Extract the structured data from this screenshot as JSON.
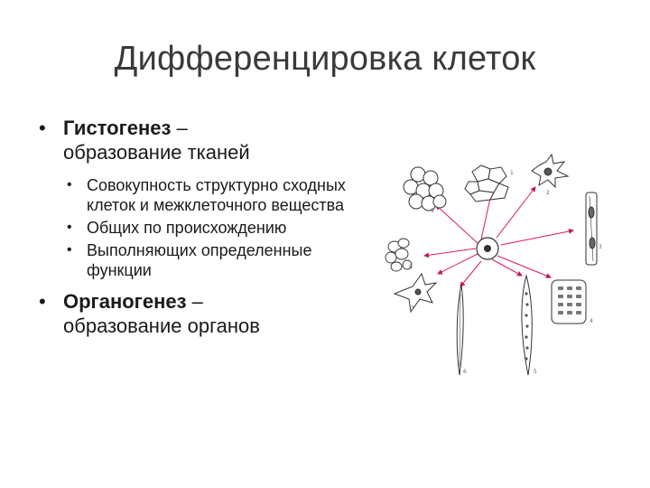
{
  "title": "Дифференцировка клеток",
  "bullets": [
    {
      "term": "Гистогенез",
      "dash": " –",
      "desc": "образование тканей",
      "sub": [
        "Совокупность структурно сходных клеток и межклеточного вещества",
        "Общих по происхождению",
        "Выполняющих определенные функции"
      ]
    },
    {
      "term": "Органогенез",
      "dash": " –",
      "desc": "образование органов"
    }
  ],
  "figure": {
    "labels": [
      "1",
      "2",
      "3",
      "4",
      "5",
      "6",
      "7",
      "8",
      "9"
    ]
  }
}
